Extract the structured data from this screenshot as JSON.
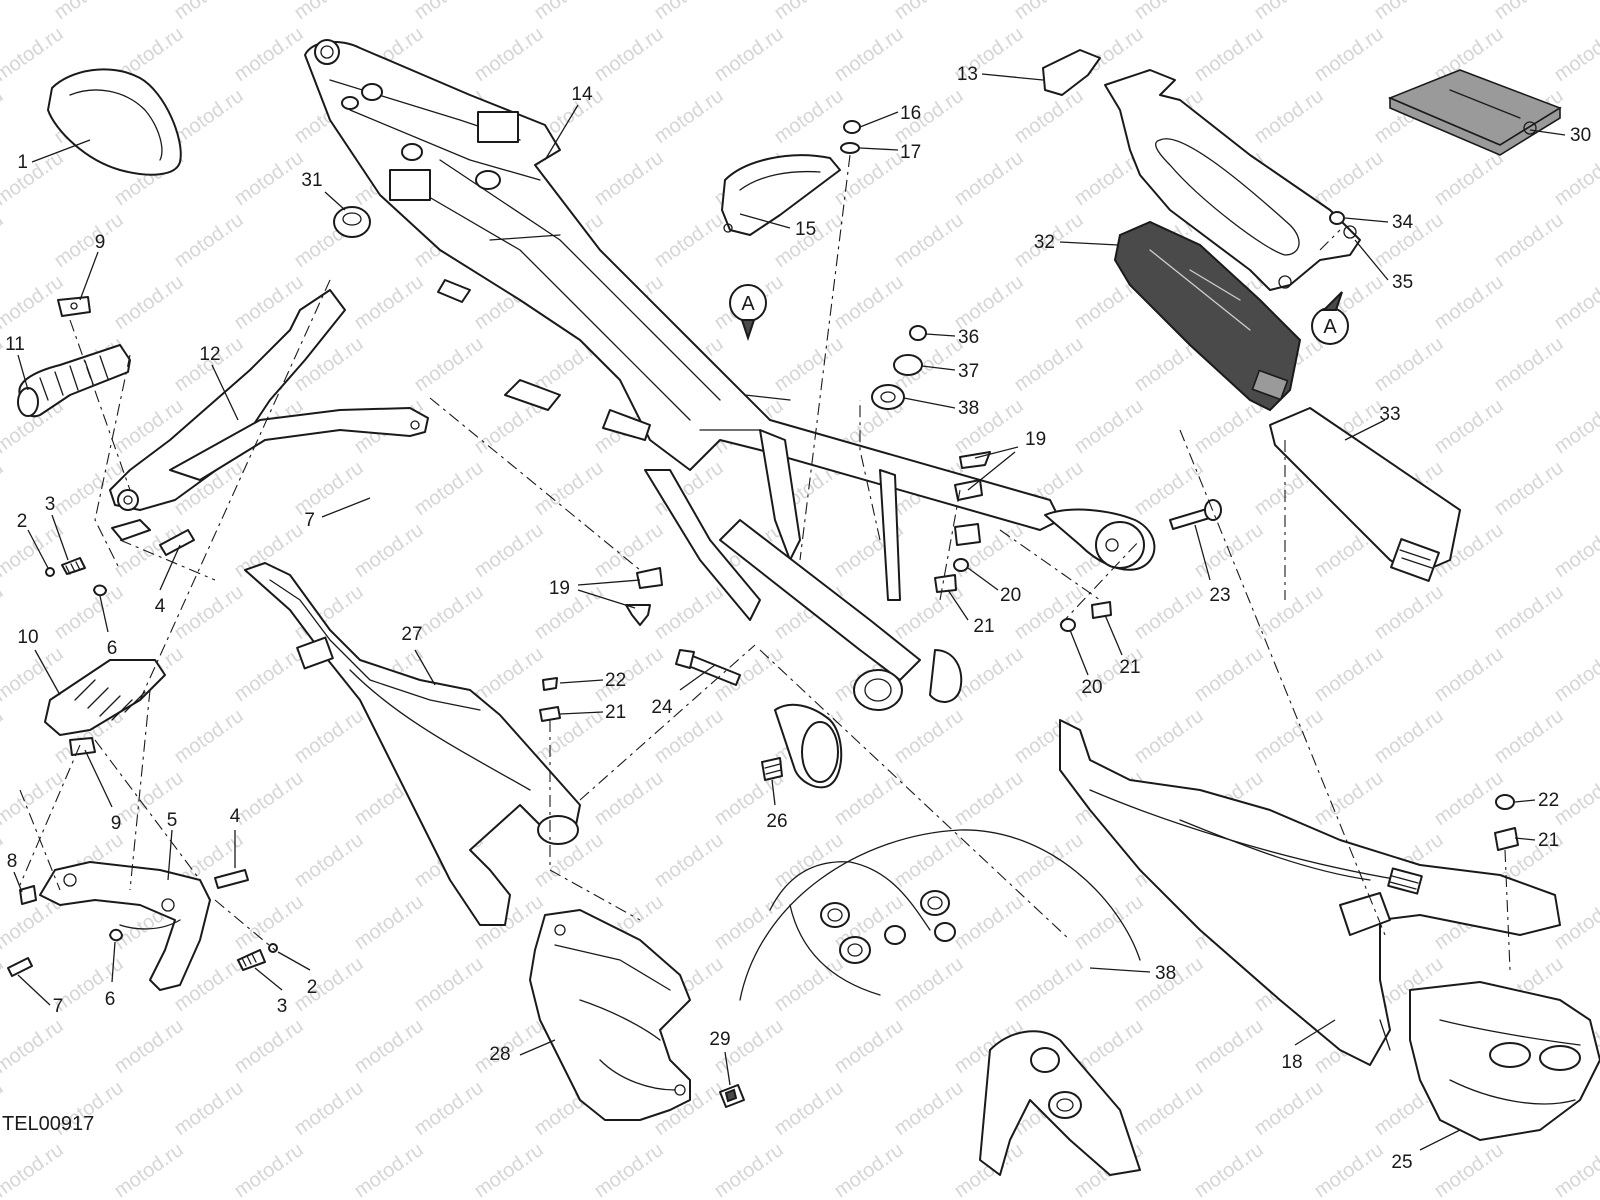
{
  "drawing_code": "TEL00917",
  "watermark": "motod.ru",
  "reference_marker": "A",
  "callouts": [
    "1",
    "2",
    "3",
    "4",
    "5",
    "6",
    "7",
    "8",
    "9",
    "10",
    "11",
    "12",
    "13",
    "14",
    "15",
    "16",
    "17",
    "18",
    "19",
    "20",
    "21",
    "22",
    "23",
    "24",
    "25",
    "26",
    "27",
    "28",
    "29",
    "30",
    "31",
    "32",
    "33",
    "34",
    "35",
    "36",
    "37",
    "38"
  ]
}
